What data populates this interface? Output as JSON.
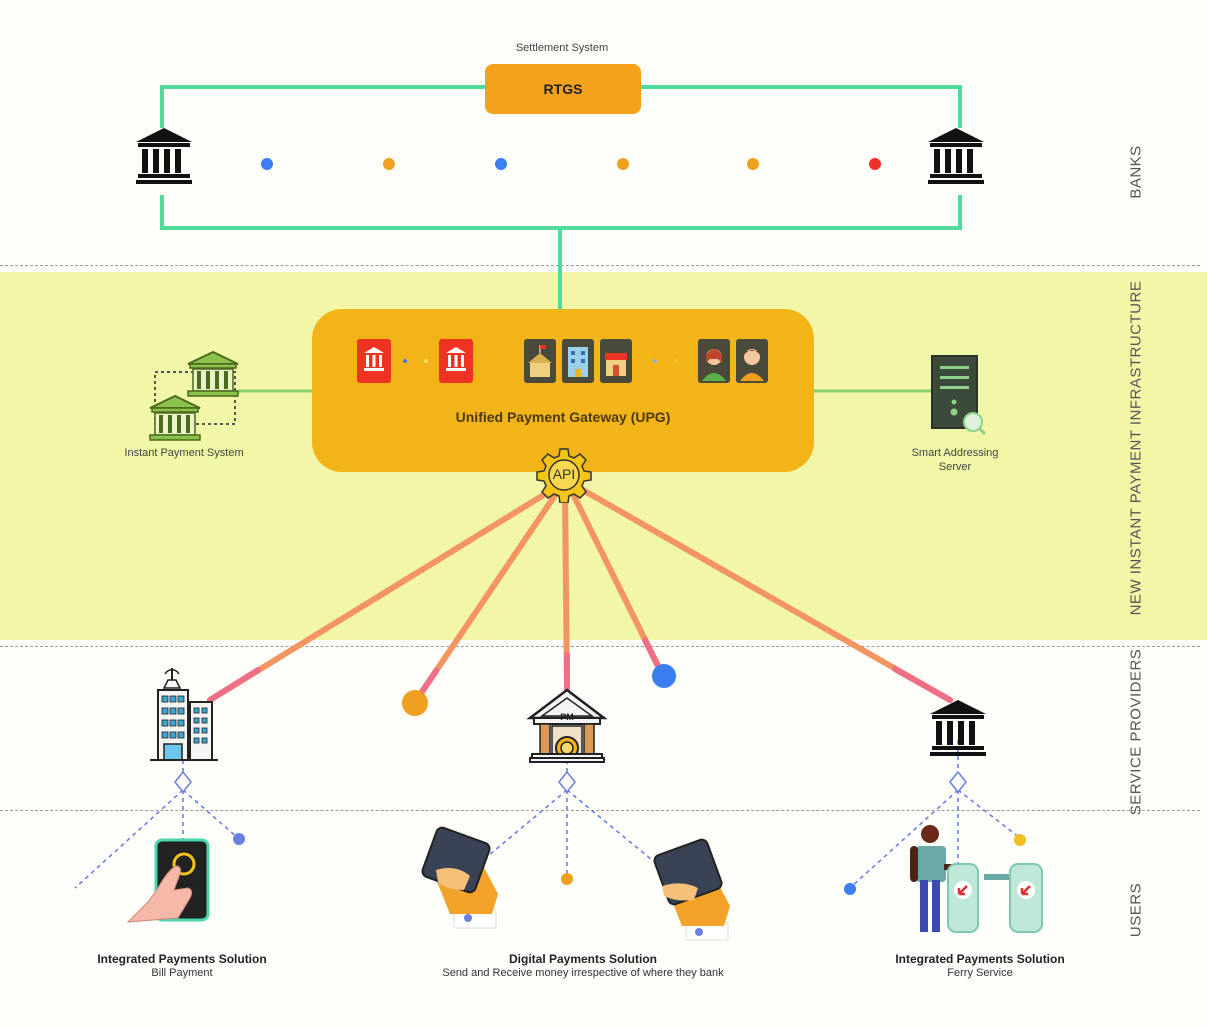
{
  "layers": {
    "banks": "BANKS",
    "infrastructure": "NEW INSTANT PAYMENT INFRASTRUCTURE",
    "service_providers": "SERVICE PROVIDERS",
    "users": "USERS"
  },
  "settlement": {
    "caption": "Settlement System",
    "name": "RTGS"
  },
  "upg": {
    "title": "Unified Payment Gateway (UPG)",
    "api_label": "API"
  },
  "instant_payment_system": {
    "label": "Instant Payment System"
  },
  "smart_addressing_server": {
    "label_line1": "Smart Addressing",
    "label_line2": "Server"
  },
  "service_providers": {
    "post_office_sign": "PM"
  },
  "solutions": [
    {
      "title": "Integrated Payments Solution",
      "subtitle": "Bill Payment"
    },
    {
      "title": "Digital Payments Solution",
      "subtitle": "Send and Receive money irrespective of where they bank"
    },
    {
      "title": "Integrated Payments Solution",
      "subtitle": "Ferry Service"
    }
  ],
  "colors": {
    "green_line": "#4fdc9a",
    "rtgs": "#f4a11c",
    "upg": "#f2b418",
    "band": "#f2f7a8",
    "api_line": "#f39560",
    "api_line_pink": "#ef6f86",
    "dot_blue": "#3b7ef0",
    "dot_orange": "#f0a020",
    "dot_red": "#ee3322",
    "dashed_blue": "#6a7fe0"
  }
}
